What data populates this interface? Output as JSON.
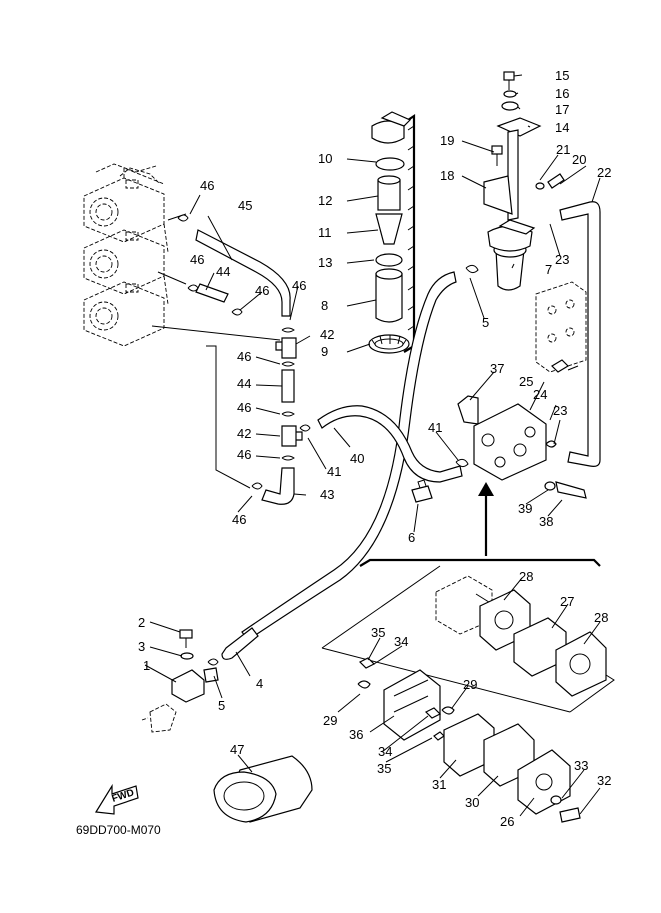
{
  "drawing_code": "69DD700-M070",
  "fwd_label": "FWD",
  "callouts": [
    "1",
    "2",
    "3",
    "4",
    "5",
    "6",
    "7",
    "8",
    "9",
    "10",
    "11",
    "12",
    "13",
    "14",
    "15",
    "16",
    "17",
    "18",
    "19",
    "20",
    "21",
    "22",
    "23",
    "24",
    "25",
    "26",
    "27",
    "28",
    "29",
    "30",
    "31",
    "32",
    "33",
    "34",
    "35",
    "36",
    "37",
    "38",
    "39",
    "40",
    "41",
    "42",
    "43",
    "44",
    "45",
    "46",
    "47"
  ]
}
